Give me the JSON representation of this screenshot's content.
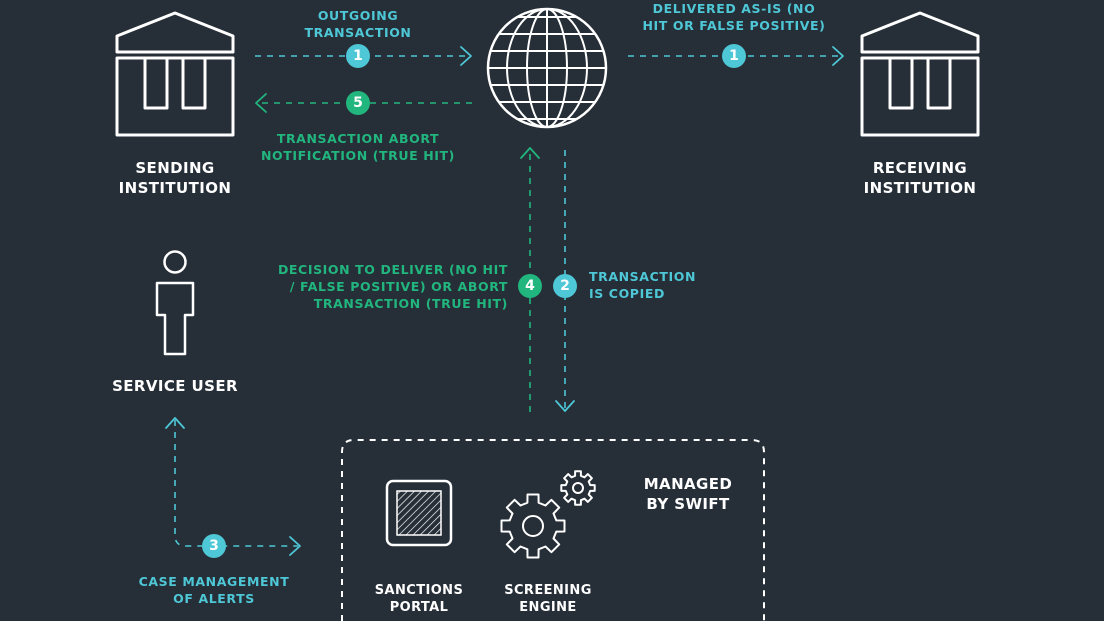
{
  "colors": {
    "background": "#262e37",
    "foreground": "#ffffff",
    "teal": "#4ec7d6",
    "green": "#22b67f"
  },
  "nodes": {
    "sending": {
      "line1": "SENDING",
      "line2": "INSTITUTION",
      "icon": "bank-icon"
    },
    "receiving": {
      "line1": "RECEIVING",
      "line2": "INSTITUTION",
      "icon": "bank-icon"
    },
    "network": {
      "icon": "globe-icon"
    },
    "service_user": {
      "label": "SERVICE USER",
      "icon": "person-icon"
    },
    "managed": {
      "line1": "MANAGED",
      "line2": "BY SWIFT"
    },
    "portal": {
      "line1": "SANCTIONS",
      "line2": "PORTAL",
      "icon": "portal-icon"
    },
    "engine": {
      "line1": "SCREENING",
      "line2": "ENGINE",
      "icon": "gear-icon"
    }
  },
  "flows": {
    "outgoing": {
      "step": "1",
      "line1": "OUTGOING",
      "line2": "TRANSACTION"
    },
    "abort_notice": {
      "step": "5",
      "line1": "TRANSACTION ABORT",
      "line2": "NOTIFICATION (TRUE HIT)"
    },
    "delivered": {
      "step": "1",
      "line1": "DELIVERED AS-IS (NO",
      "line2": "HIT OR FALSE POSITIVE)"
    },
    "decision": {
      "step": "4",
      "line1": "DECISION TO DELIVER (NO  HIT",
      "line2": "/ FALSE POSITIVE) OR ABORT",
      "line3": "TRANSACTION (TRUE HIT)"
    },
    "copied": {
      "step": "2",
      "line1": "TRANSACTION",
      "line2": "IS COPIED"
    },
    "case_mgmt": {
      "step": "3",
      "line1": "CASE MANAGEMENT",
      "line2": "OF ALERTS"
    }
  }
}
